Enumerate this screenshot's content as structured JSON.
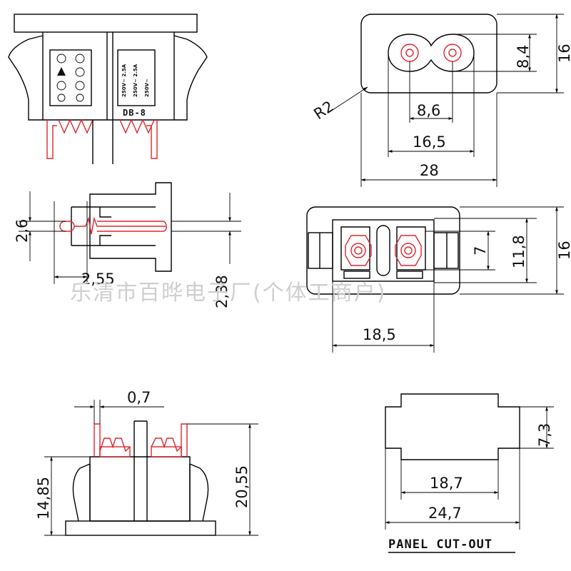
{
  "dimensions": {
    "front_height": "16",
    "front_slot_height": "8,4",
    "front_pin_spacing": "8,6",
    "front_inner_width": "16,5",
    "front_width": "28",
    "front_radius": "R2",
    "side_pin_diameter": "2,6",
    "side_pin_offset": "2,55",
    "side_depth": "2,38",
    "top_height": "16",
    "top_inner_height": "11,8",
    "top_terminal_height": "7",
    "top_width": "18,5",
    "bottom_pin_thickness": "0,7",
    "bottom_body_height": "14,85",
    "bottom_total_height": "20,55",
    "cutout_step": "7,3",
    "cutout_inner_width": "18,7",
    "cutout_width": "24,7"
  },
  "labels": {
    "panel_cutout": "PANEL CUT-OUT",
    "body_marking": "DB-8"
  },
  "watermark": "乐清市百晔电子厂(个体工商户)",
  "colors": {
    "line": "#000000",
    "terminal": "#e0262d",
    "watermark": "#cfcfcf"
  }
}
